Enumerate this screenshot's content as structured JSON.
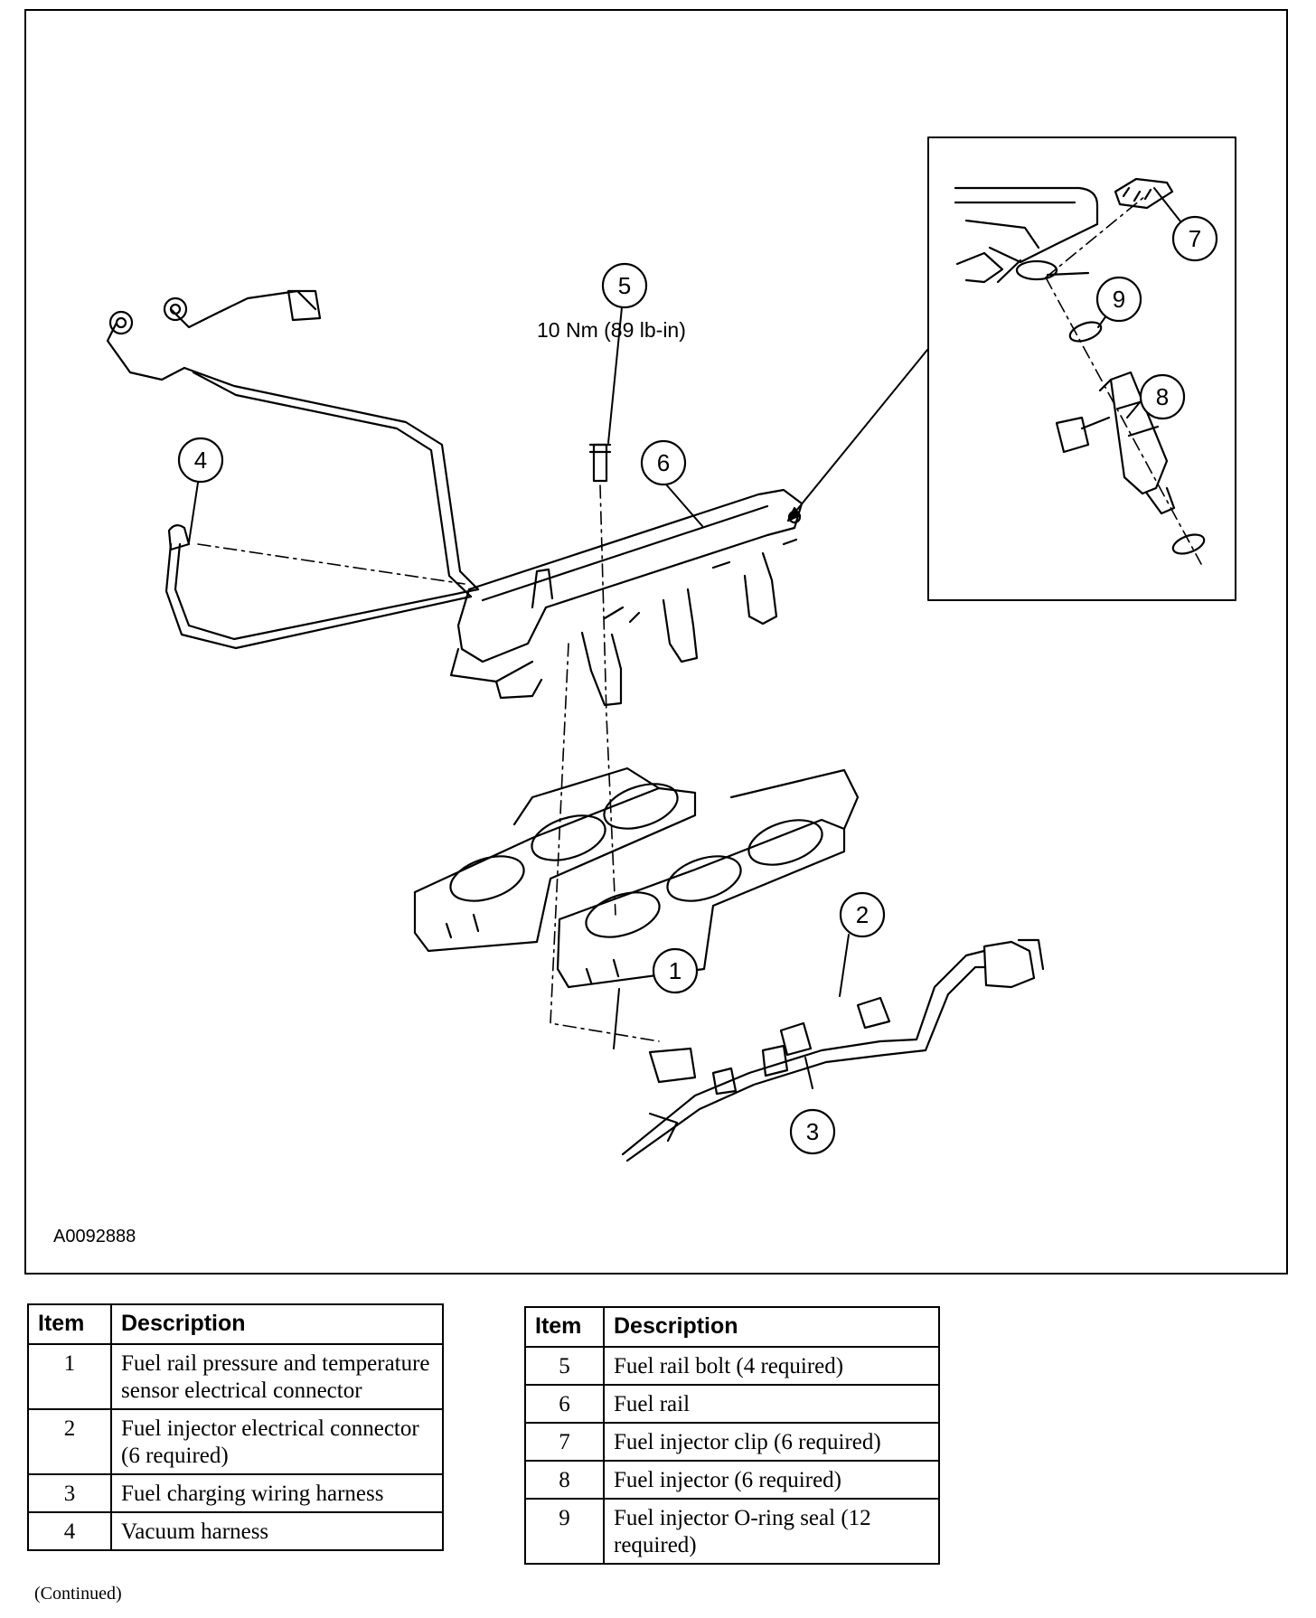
{
  "figure": {
    "id": "A0092888",
    "torque_spec": "10 Nm (89 lb-in)",
    "callouts": [
      "1",
      "2",
      "3",
      "4",
      "5",
      "6",
      "7",
      "8",
      "9"
    ]
  },
  "legend_left": {
    "headers": {
      "item": "Item",
      "description": "Description"
    },
    "rows": [
      {
        "item": "1",
        "description": "Fuel rail pressure and temperature sensor electrical connector"
      },
      {
        "item": "2",
        "description": "Fuel injector electrical connector (6 required)"
      },
      {
        "item": "3",
        "description": "Fuel charging wiring harness"
      },
      {
        "item": "4",
        "description": "Vacuum harness"
      }
    ]
  },
  "legend_right": {
    "headers": {
      "item": "Item",
      "description": "Description"
    },
    "rows": [
      {
        "item": "5",
        "description": "Fuel rail bolt (4 required)"
      },
      {
        "item": "6",
        "description": "Fuel rail"
      },
      {
        "item": "7",
        "description": "Fuel injector clip (6 required)"
      },
      {
        "item": "8",
        "description": "Fuel injector (6 required)"
      },
      {
        "item": "9",
        "description": "Fuel injector O-ring seal (12 required)"
      }
    ]
  },
  "footer": {
    "continued": "(Continued)"
  }
}
